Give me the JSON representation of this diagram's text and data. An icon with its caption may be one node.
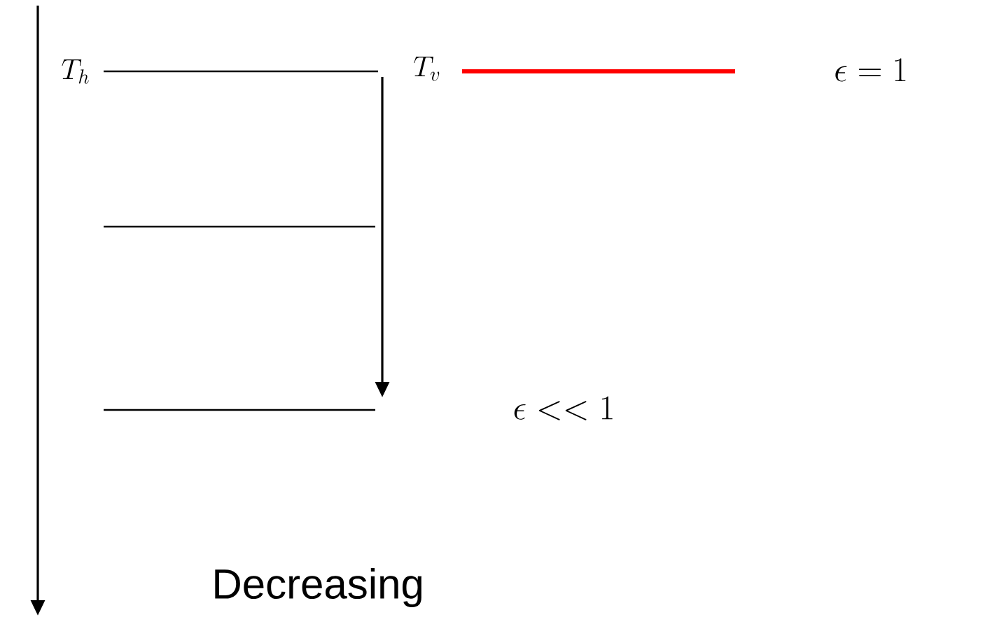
{
  "diagram": {
    "labels": [
      "T_h",
      "T_v",
      "\\epsilon = 1",
      "\\epsilon << 1",
      "Decreasing"
    ]
  }
}
